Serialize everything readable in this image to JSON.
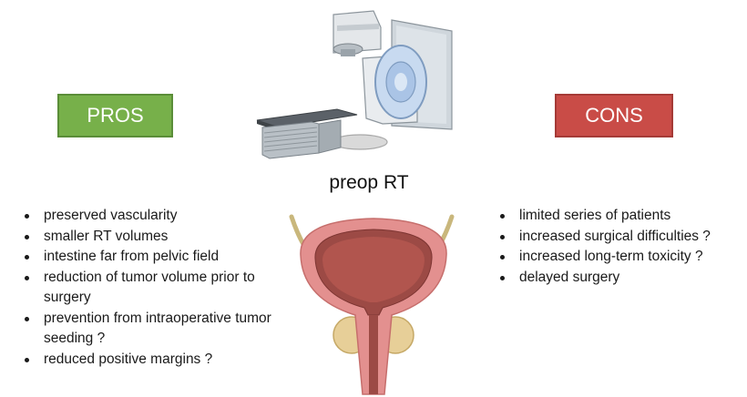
{
  "pros": {
    "label": "PROS",
    "color": "#77b04a",
    "items": [
      "preserved vascularity",
      "smaller RT volumes",
      "intestine far from pelvic field",
      "reduction of tumor volume prior to surgery",
      "prevention from intraoperative tumor seeding  ?",
      "reduced positive margins ?"
    ]
  },
  "cons": {
    "label": "CONS",
    "color": "#c94c47",
    "items": [
      "limited series of patients",
      "increased surgical difficulties ?",
      "increased long-term toxicity ?",
      "delayed surgery"
    ]
  },
  "center": {
    "title": "preop RT"
  },
  "illustrations": {
    "top": "linear-accelerator-icon",
    "bottom": "bladder-prostate-icon"
  }
}
